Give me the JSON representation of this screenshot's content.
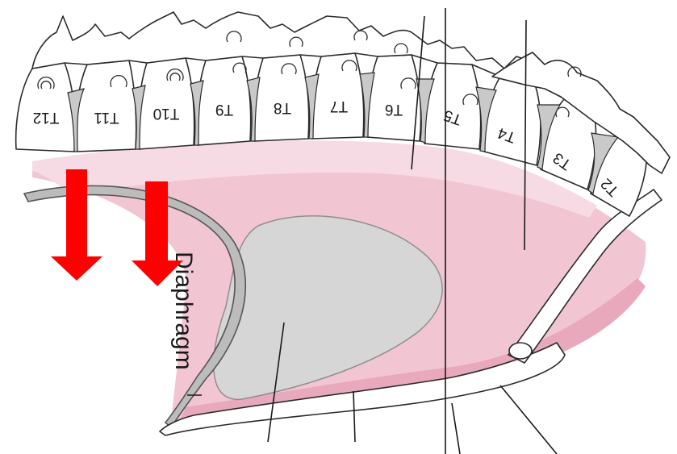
{
  "diagram": {
    "vertebra_labels": [
      "T12",
      "T11",
      "T10",
      "T9",
      "T8",
      "T7",
      "T6",
      "T5",
      "T4",
      "T3",
      "T2"
    ],
    "diaphragm_label": "Diaphragm"
  },
  "colors": {
    "mediastinum_pink": "#f2c5d2",
    "mediastinum_dark_pink": "#e8a9bd",
    "upper_band_pink": "#f7dbe4",
    "heart_gray": "#d6d6d6",
    "diaphragm_gray": "#bcbcbc",
    "arrow_red": "#ff0000",
    "bone_white": "#ffffff",
    "outline": "#2b2b2b"
  },
  "arrows": [
    {
      "name": "left-arrow",
      "direction": "down"
    },
    {
      "name": "right-arrow",
      "direction": "down"
    }
  ]
}
